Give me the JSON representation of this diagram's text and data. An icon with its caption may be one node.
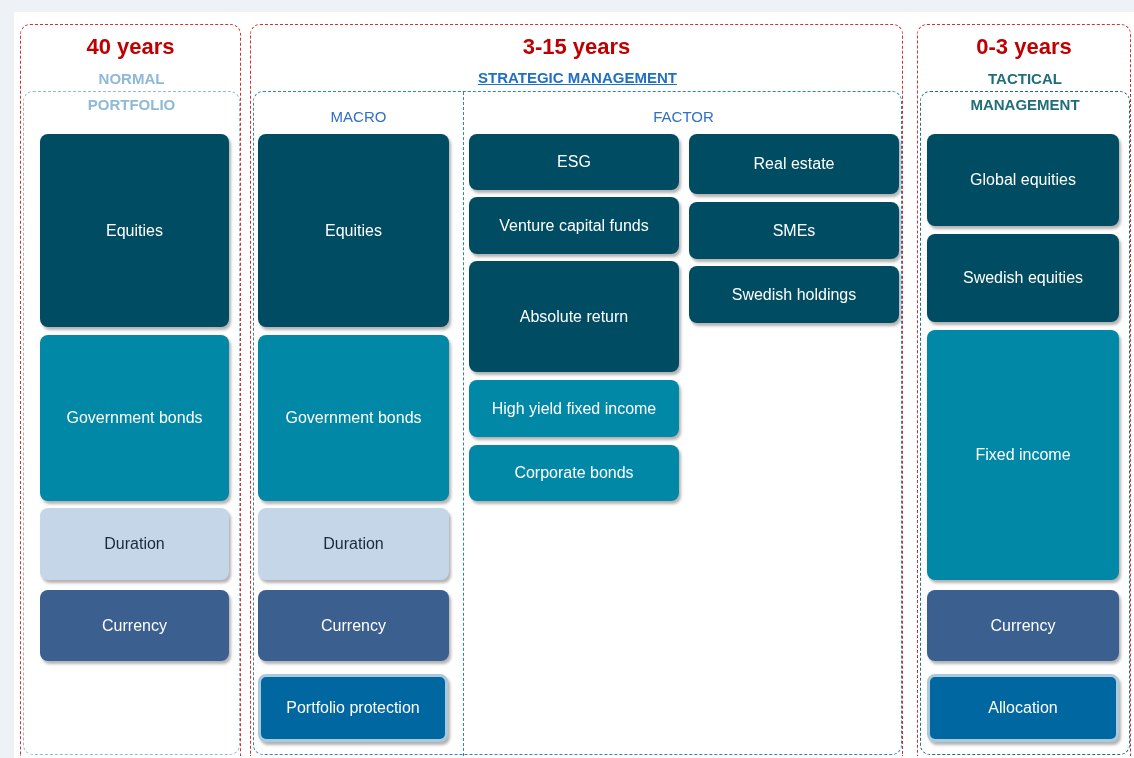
{
  "diagram": {
    "nodes": [
      {
        "text": [
          "40 years"
        ]
      },
      {
        "text": [
          "NORMAL PORTFOLIO"
        ],
        "in": 0
      },
      {
        "text": [
          "Equities"
        ],
        "in": 1
      },
      {
        "text": [
          "Government bonds"
        ],
        "in": 1
      },
      {
        "text": [
          "Duration"
        ],
        "in": 1
      },
      {
        "text": [
          "Currency"
        ],
        "in": 1
      },
      {
        "text": [
          "3-15 years"
        ]
      },
      {
        "text": [
          "STRATEGIC MANAGEMENT"
        ],
        "in": 6
      },
      {
        "text": [
          "MACRO"
        ],
        "in": 7
      },
      {
        "text": [
          "Equities"
        ],
        "in": 8
      },
      {
        "text": [
          "Government bonds"
        ],
        "in": 8
      },
      {
        "text": [
          "Duration"
        ],
        "in": 8
      },
      {
        "text": [
          "Currency"
        ],
        "in": 8
      },
      {
        "text": [
          "Portfolio protection"
        ],
        "in": 8
      },
      {
        "text": [
          "FACTOR"
        ],
        "in": 7
      },
      {
        "text": [
          "ESG"
        ],
        "in": 14
      },
      {
        "text": [
          "Venture capital funds"
        ],
        "in": 14
      },
      {
        "text": [
          "Absolute return"
        ],
        "in": 14
      },
      {
        "text": [
          "High yield fixed income"
        ],
        "in": 14
      },
      {
        "text": [
          "Corporate bonds"
        ],
        "in": 14
      },
      {
        "text": [
          "Real estate"
        ],
        "in": 14
      },
      {
        "text": [
          "SMEs"
        ],
        "in": 14
      },
      {
        "text": [
          "Swedish holdings"
        ],
        "in": 14
      },
      {
        "text": [
          "0-3 years"
        ]
      },
      {
        "text": [
          "TACTICAL MANAGEMENT"
        ],
        "in": 23
      },
      {
        "text": [
          "Global equities"
        ],
        "in": 24
      },
      {
        "text": [
          "Swedish equities"
        ],
        "in": 24
      },
      {
        "text": [
          "Fixed income"
        ],
        "in": 24
      },
      {
        "text": [
          "Currency"
        ],
        "in": 24
      },
      {
        "text": [
          "Allocation"
        ],
        "in": 24
      }
    ]
  }
}
